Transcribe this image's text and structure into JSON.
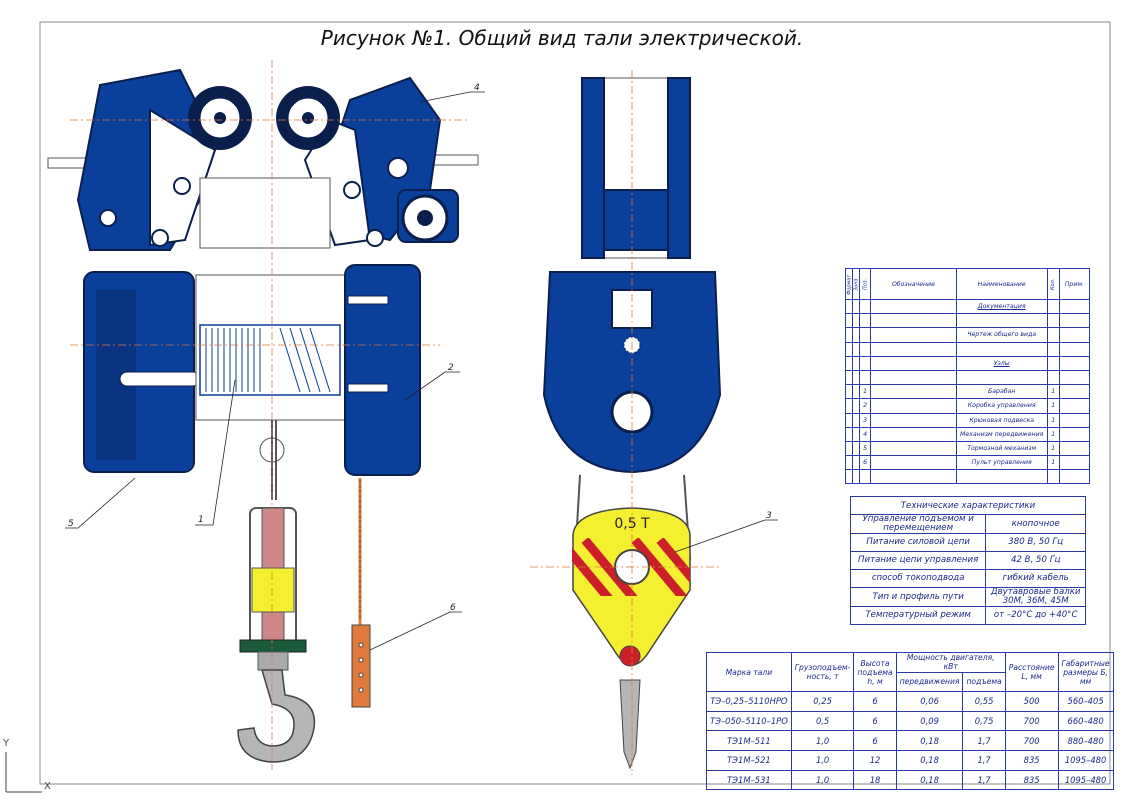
{
  "title": "Рисунок №1. Общий вид тали электрической.",
  "callouts": [
    "1",
    "2",
    "3",
    "4",
    "5",
    "6"
  ],
  "load_label": "0,5 Т",
  "axis": {
    "x": "X",
    "y": "Y"
  },
  "colors": {
    "blue": "#0a3f9c",
    "dark": "#0b1f4d",
    "yellow": "#f4f030",
    "red": "#cc1f2a",
    "orange": "#e07a3a",
    "grey": "#b5b5b5"
  },
  "spec_table": {
    "headers": [
      "Формат",
      "Зона",
      "Поз.",
      "Обозначение",
      "Наименование",
      "Кол.",
      "Прим."
    ],
    "rows": [
      {
        "pos": "",
        "name": "Документация"
      },
      {
        "pos": "",
        "name": ""
      },
      {
        "pos": "",
        "name": "Чертеж общего вида"
      },
      {
        "pos": "",
        "name": ""
      },
      {
        "pos": "",
        "name": "Узлы"
      },
      {
        "pos": "",
        "name": ""
      },
      {
        "pos": "1",
        "name": "Барабан",
        "qty": "1"
      },
      {
        "pos": "2",
        "name": "Коробка управления",
        "qty": "1"
      },
      {
        "pos": "3",
        "name": "Крюковая подвеска",
        "qty": "1"
      },
      {
        "pos": "4",
        "name": "Механизм передвижения",
        "qty": "1"
      },
      {
        "pos": "5",
        "name": "Тормозной механизм",
        "qty": "1"
      },
      {
        "pos": "6",
        "name": "Пульт управления",
        "qty": "1"
      },
      {
        "pos": "",
        "name": ""
      }
    ]
  },
  "tech_table": {
    "title": "Технические характеристики",
    "rows": [
      {
        "k": "Управление подъемом и перемещением",
        "v": "кнопочное"
      },
      {
        "k": "Питание силовой цепи",
        "v": "380 В, 50 Гц"
      },
      {
        "k": "Питание цепи управления",
        "v": "42 В, 50 Гц"
      },
      {
        "k": "способ токоподвода",
        "v": "гибкий кабель"
      },
      {
        "k": "Тип и профиль пути",
        "v": "Двутавровые балки 30М, 36М, 45М"
      },
      {
        "k": "Температурный режим",
        "v": "от –20°С до +40°С"
      }
    ]
  },
  "model_table": {
    "headers": [
      "Марка тали",
      "Грузоподъем-ность, т",
      "Высота подъема h, м",
      "Мощность двигателя, кВт",
      "передвижения",
      "подъема",
      "Расстояние L, мм",
      "Габаритные размеры Б, мм"
    ],
    "rows": [
      [
        "ТЭ–0,25–5110НРО",
        "0,25",
        "6",
        "0,06",
        "0,55",
        "500",
        "560–405"
      ],
      [
        "ТЭ–050–5110–1РО",
        "0,5",
        "6",
        "0,09",
        "0,75",
        "700",
        "660–480"
      ],
      [
        "ТЭ1М–511",
        "1,0",
        "6",
        "0,18",
        "1,7",
        "700",
        "880–480"
      ],
      [
        "ТЭ1М–521",
        "1,0",
        "12",
        "0,18",
        "1,7",
        "835",
        "1095–480"
      ],
      [
        "ТЭ1М–531",
        "1,0",
        "18",
        "0,18",
        "1,7",
        "835",
        "1095–480"
      ]
    ]
  }
}
